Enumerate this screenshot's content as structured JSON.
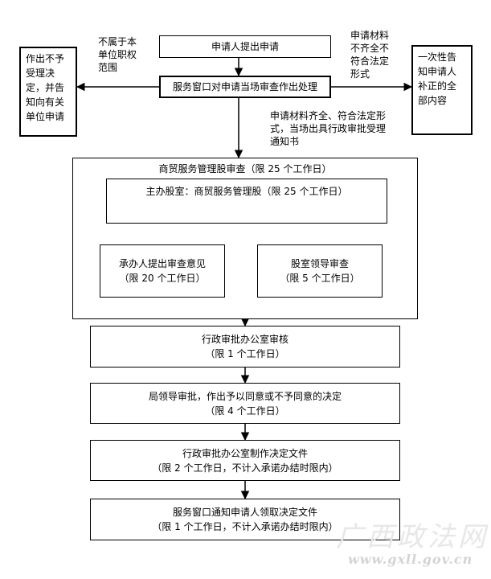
{
  "steps": {
    "apply": "申请人提出申请",
    "window_review": "服务窗口对申请当场审查作出处理",
    "dept_review": "商贸服务管理股审查（限 25 个工作日）",
    "host_dept": "主办股室：商贸服务管理股（限 25 个工作日）",
    "officer_title": "承办人提出审查意见",
    "officer_limit": "（限 20 个工作日）",
    "leader_title": "股室领导审查",
    "leader_limit": "（限 5 个工作日）",
    "office_review_title": "行政审批办公室审核",
    "office_review_limit": "（限 1 个工作日）",
    "bureau_title": "局领导审批，作出予以同意或不予同意的决定",
    "bureau_limit": "（限 4 个工作日）",
    "document_title": "行政审批办公室制作决定文件",
    "document_limit": "（限 2 个工作日，不计入承诺办结时限内）",
    "notify_title": "服务窗口通知申请人领取决定文件",
    "notify_limit": "（限 1 个工作日，不计入承诺办结时限内）"
  },
  "branches": {
    "left_condition": [
      "不属于本",
      "单位职权",
      "范围"
    ],
    "left_result": [
      "作出不予",
      "受理决",
      "定，并告",
      "知向有关",
      "单位申请"
    ],
    "right_condition": [
      "申请材料",
      "不齐全不",
      "符合法定",
      "形式"
    ],
    "right_result": [
      "一次性告",
      "知申请人",
      "补正的全",
      "部内容"
    ],
    "down_condition": [
      "申请材料齐全、符合法定形",
      "式，当场出具行政审批受理",
      "通知书"
    ]
  },
  "watermark": {
    "text": "广西政法网",
    "url": "www.gxll.gov.cn"
  }
}
